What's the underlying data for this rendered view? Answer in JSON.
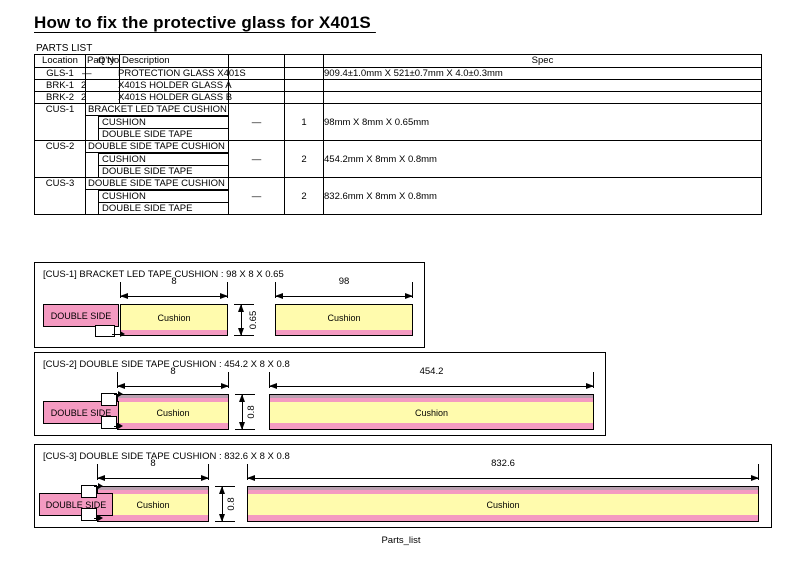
{
  "title": "How to fix the protective glass for X401S ",
  "parts_list_label": "PARTS LIST",
  "footer": "Parts_list",
  "colors": {
    "cushion": "#FFFBAD",
    "tape_pink": "#F49AC1",
    "tape_gray": "#B9A0B0",
    "line": "#000000"
  },
  "table": {
    "headers": {
      "location": "Location",
      "part_no": "Part No",
      "qty": "Q'ty",
      "description": "Description",
      "blank1": "",
      "blank2": "",
      "spec": "Spec"
    },
    "rows": [
      {
        "location": "GLS-1",
        "part_no": "",
        "qty": "—",
        "description": "PROTECTION GLASS X401S",
        "count": "",
        "spec": "909.4±1.0mm X 521±0.7mm X 4.0±0.3mm"
      },
      {
        "location": "BRK-1",
        "part_no": "",
        "qty": "2",
        "description": "X401S HOLDER GLASS A",
        "count": "",
        "spec": ""
      },
      {
        "location": "BRK-2",
        "part_no": "",
        "qty": "2",
        "description": "X401S HOLDER GLASS B",
        "count": "",
        "spec": ""
      }
    ],
    "groups": [
      {
        "location": "CUS-1",
        "description": "BRACKET LED TAPE CUSHION",
        "sub_rows": [
          "CUSHION",
          "DOUBLE SIDE TAPE"
        ],
        "qty": "—",
        "count": "1",
        "spec": "98mm X 8mm X 0.65mm"
      },
      {
        "location": "CUS-2",
        "description": "DOUBLE SIDE TAPE CUSHION",
        "sub_rows": [
          "CUSHION",
          "DOUBLE SIDE TAPE"
        ],
        "qty": "—",
        "count": "2",
        "spec": "454.2mm X 8mm X 0.8mm"
      },
      {
        "location": "CUS-3",
        "description": "DOUBLE SIDE TAPE CUSHION",
        "sub_rows": [
          "CUSHION",
          "DOUBLE SIDE TAPE"
        ],
        "qty": "—",
        "count": "2",
        "spec": "832.6mm X 8mm X 0.8mm"
      }
    ]
  },
  "diagrams": [
    {
      "id": "cus-1",
      "title": "[CUS-1] BRACKET LED TAPE CUSHION : 98 X 8 X 0.65",
      "callout_label": "DOUBLE SIDE",
      "cushion_label_left": "Cushion",
      "cushion_label_right": "Cushion",
      "width_left": "8",
      "width_right": "98",
      "thickness": "0.65"
    },
    {
      "id": "cus-2",
      "title": "[CUS-2] DOUBLE SIDE TAPE CUSHION : 454.2 X 8 X 0.8",
      "callout_label": "DOUBLE SIDE",
      "cushion_label_left": "Cushion",
      "cushion_label_right": "Cushion",
      "width_left": "8",
      "width_right": "454.2",
      "thickness": "0.8"
    },
    {
      "id": "cus-3",
      "title": "[CUS-3] DOUBLE SIDE TAPE CUSHION : 832.6 X 8 X 0.8",
      "callout_label": "DOUBLE SIDE",
      "cushion_label_left": "Cushion",
      "cushion_label_right": "Cushion",
      "width_left": "8",
      "width_right": "832.6",
      "thickness": "0.8"
    }
  ]
}
